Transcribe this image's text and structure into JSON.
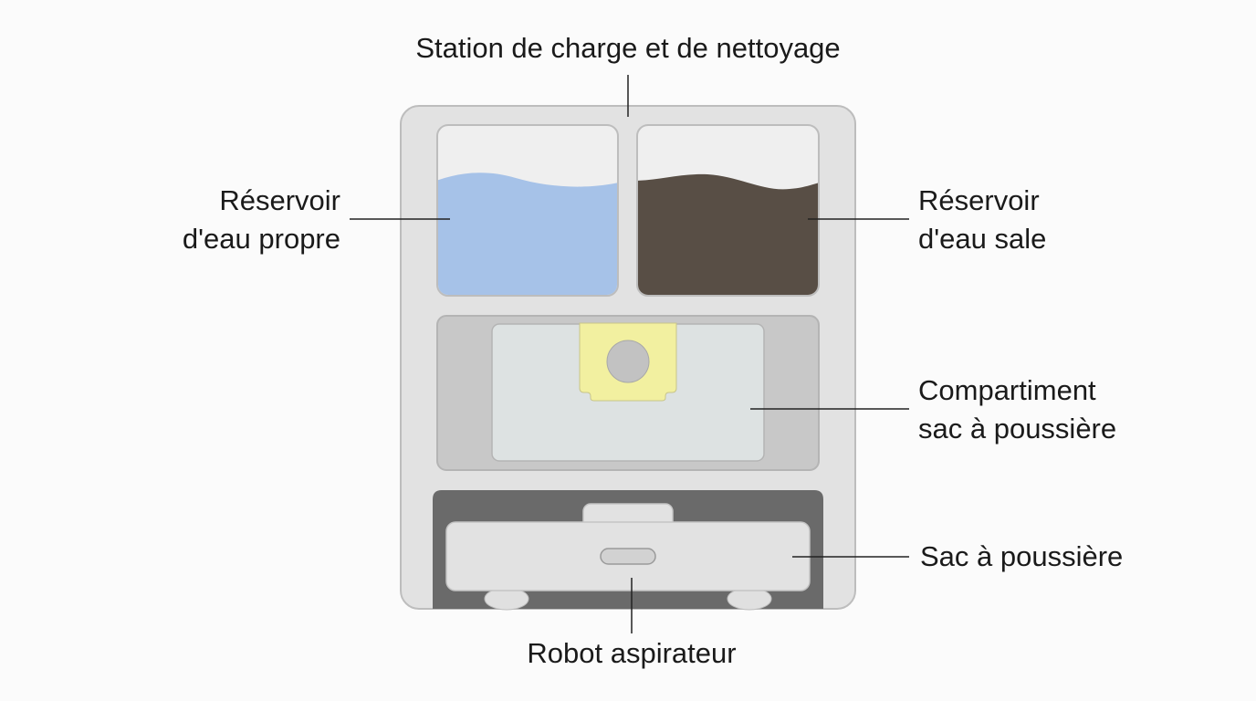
{
  "title": "Station de charge et de nettoyage",
  "labels": {
    "clean_tank": [
      "Réservoir",
      "d'eau propre"
    ],
    "dirty_tank": [
      "Réservoir",
      "d'eau sale"
    ],
    "dust_compartment": [
      "Compartiment",
      "sac à poussière"
    ],
    "dust_bag": "Sac à poussière",
    "robot": "Robot aspirateur"
  },
  "colors": {
    "station_body": "#e2e2e2",
    "station_border": "#bdbdbd",
    "clean_water": "#a6c2e8",
    "dirty_water": "#584e45",
    "tank_empty": "#efefef",
    "compartment": "#c8c8c8",
    "bag_panel": "#dde2e2",
    "dust_bag_tab": "#f2f0a0",
    "dock_dark": "#6a6a6a",
    "robot_body": "#e2e2e2",
    "leader_line": "#222222"
  }
}
